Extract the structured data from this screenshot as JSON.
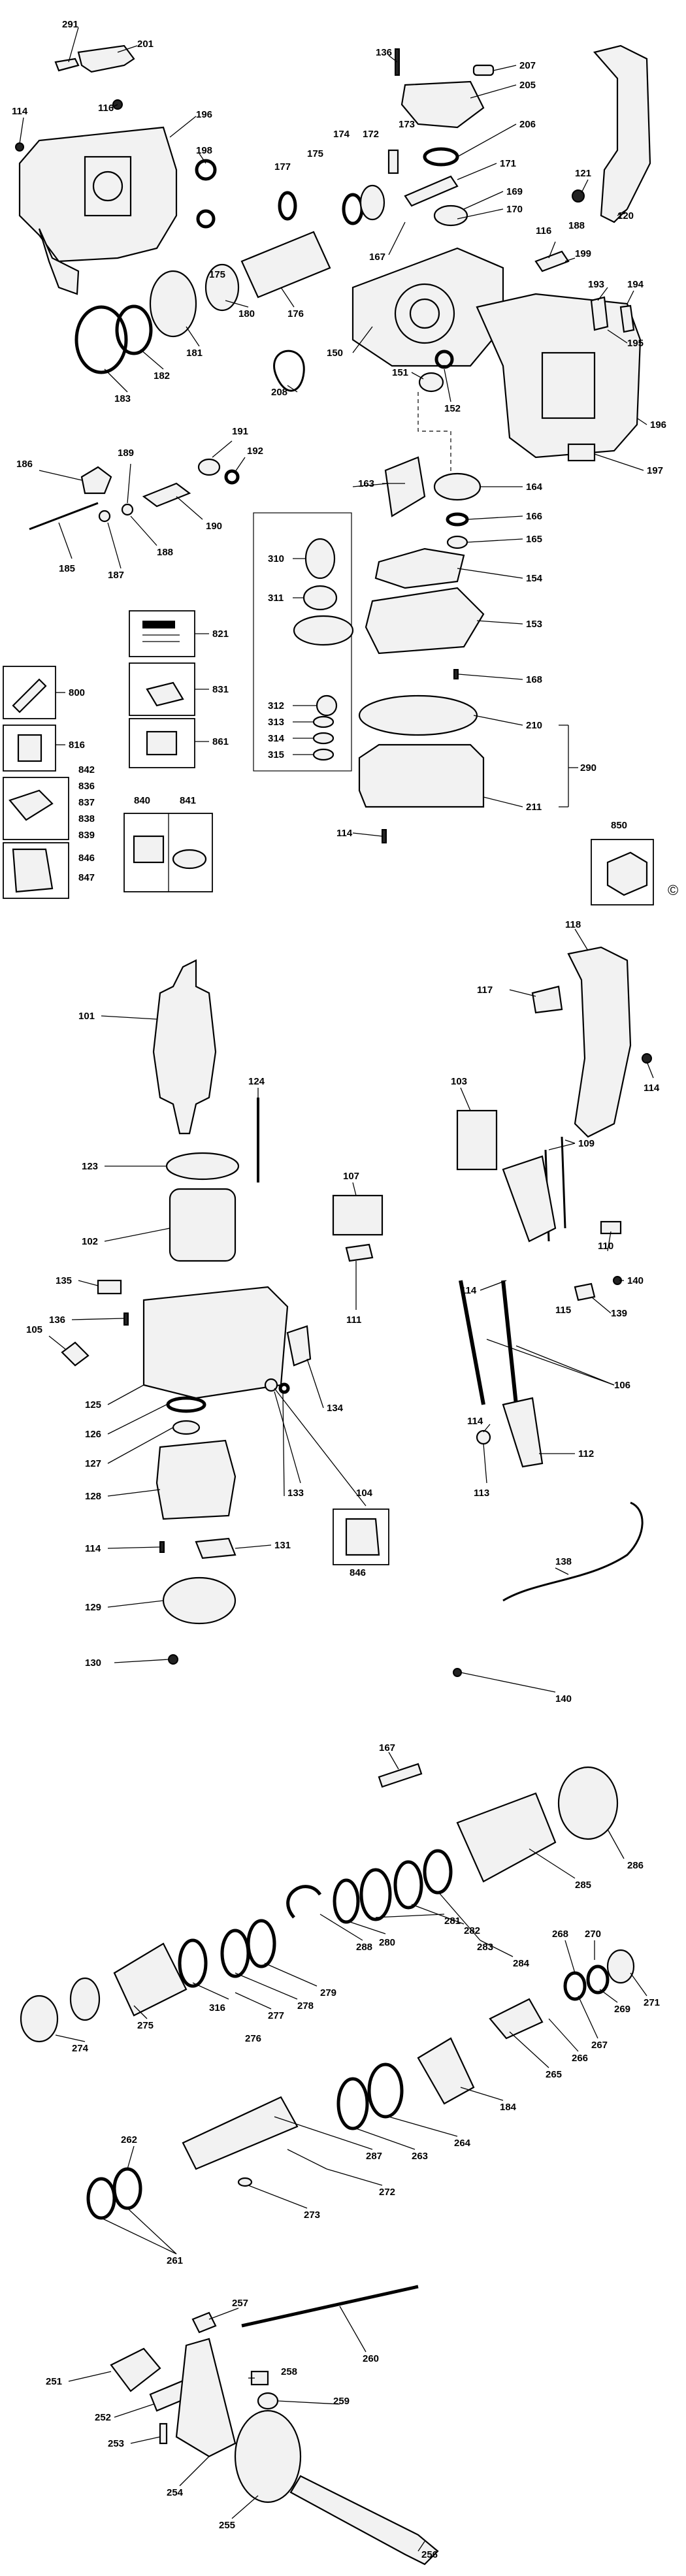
{
  "sections": [
    {
      "id": "gearbox",
      "labels": [
        "291",
        "201",
        "116",
        "114",
        "196",
        "198",
        "183",
        "182",
        "181",
        "136",
        "207",
        "205",
        "173",
        "172",
        "174",
        "175",
        "177",
        "206",
        "171",
        "169",
        "170",
        "167",
        "150",
        "176",
        "180",
        "175",
        "208",
        "121",
        "120",
        "116",
        "188",
        "199",
        "193",
        "194",
        "195",
        "196",
        "197",
        "151",
        "152",
        "163",
        "164",
        "166",
        "165",
        "154",
        "153",
        "168",
        "210",
        "211",
        "290",
        "186",
        "189",
        "191",
        "192",
        "185",
        "187",
        "188",
        "190",
        "310",
        "311",
        "312",
        "313",
        "314",
        "315",
        "821",
        "831",
        "861",
        "800",
        "816",
        "842",
        "836",
        "837",
        "838",
        "839",
        "846",
        "847",
        "840",
        "841",
        "114",
        "850"
      ],
      "copyright": "©"
    },
    {
      "id": "motor",
      "labels": [
        "118",
        "117",
        "114",
        "101",
        "124",
        "103",
        "109",
        "123",
        "107",
        "102",
        "110",
        "140",
        "139",
        "135",
        "136",
        "114",
        "115",
        "105",
        "111",
        "106",
        "125",
        "134",
        "126",
        "127",
        "133",
        "104",
        "114",
        "113",
        "112",
        "128",
        "114",
        "131",
        "846",
        "129",
        "138",
        "130",
        "140"
      ]
    },
    {
      "id": "hammer",
      "labels": [
        "167",
        "286",
        "285",
        "283",
        "284",
        "282",
        "281",
        "280",
        "288",
        "279",
        "278",
        "277",
        "276",
        "316",
        "275",
        "274",
        "268",
        "270",
        "271",
        "269",
        "267",
        "266",
        "265",
        "184",
        "262",
        "264",
        "263",
        "287",
        "272",
        "273",
        "261",
        "257",
        "251",
        "252",
        "253",
        "258",
        "259",
        "260",
        "254",
        "255",
        "256"
      ]
    }
  ]
}
